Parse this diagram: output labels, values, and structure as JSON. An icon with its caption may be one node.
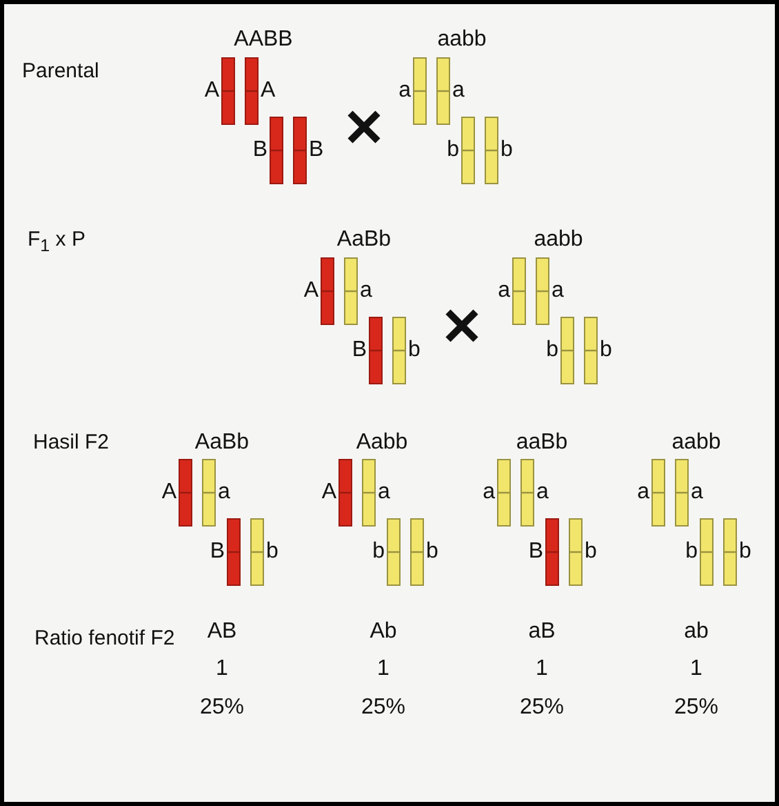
{
  "diagram": {
    "labels": [
      "Parental",
      "AABB",
      "aabb",
      "A",
      "A",
      "a",
      "a",
      "B",
      "B",
      "b",
      "b",
      "F$_{1}$ x P",
      "AaBb",
      "aabb",
      "A",
      "a",
      "a",
      "a",
      "B",
      "b",
      "b",
      "b",
      "Hasil F2",
      "AaBb",
      "Aabb",
      "aaBb",
      "aabb",
      "A",
      "a",
      "A",
      "a",
      "a",
      "a",
      "a",
      "a",
      "B",
      "b",
      "b",
      "b",
      "B",
      "b",
      "b",
      "b",
      "Ratio fenotif F2",
      "AB",
      "Ab",
      "aB",
      "ab",
      "1",
      "1",
      "1",
      "1",
      "25%",
      "25%",
      "25%",
      "25%"
    ]
  }
}
